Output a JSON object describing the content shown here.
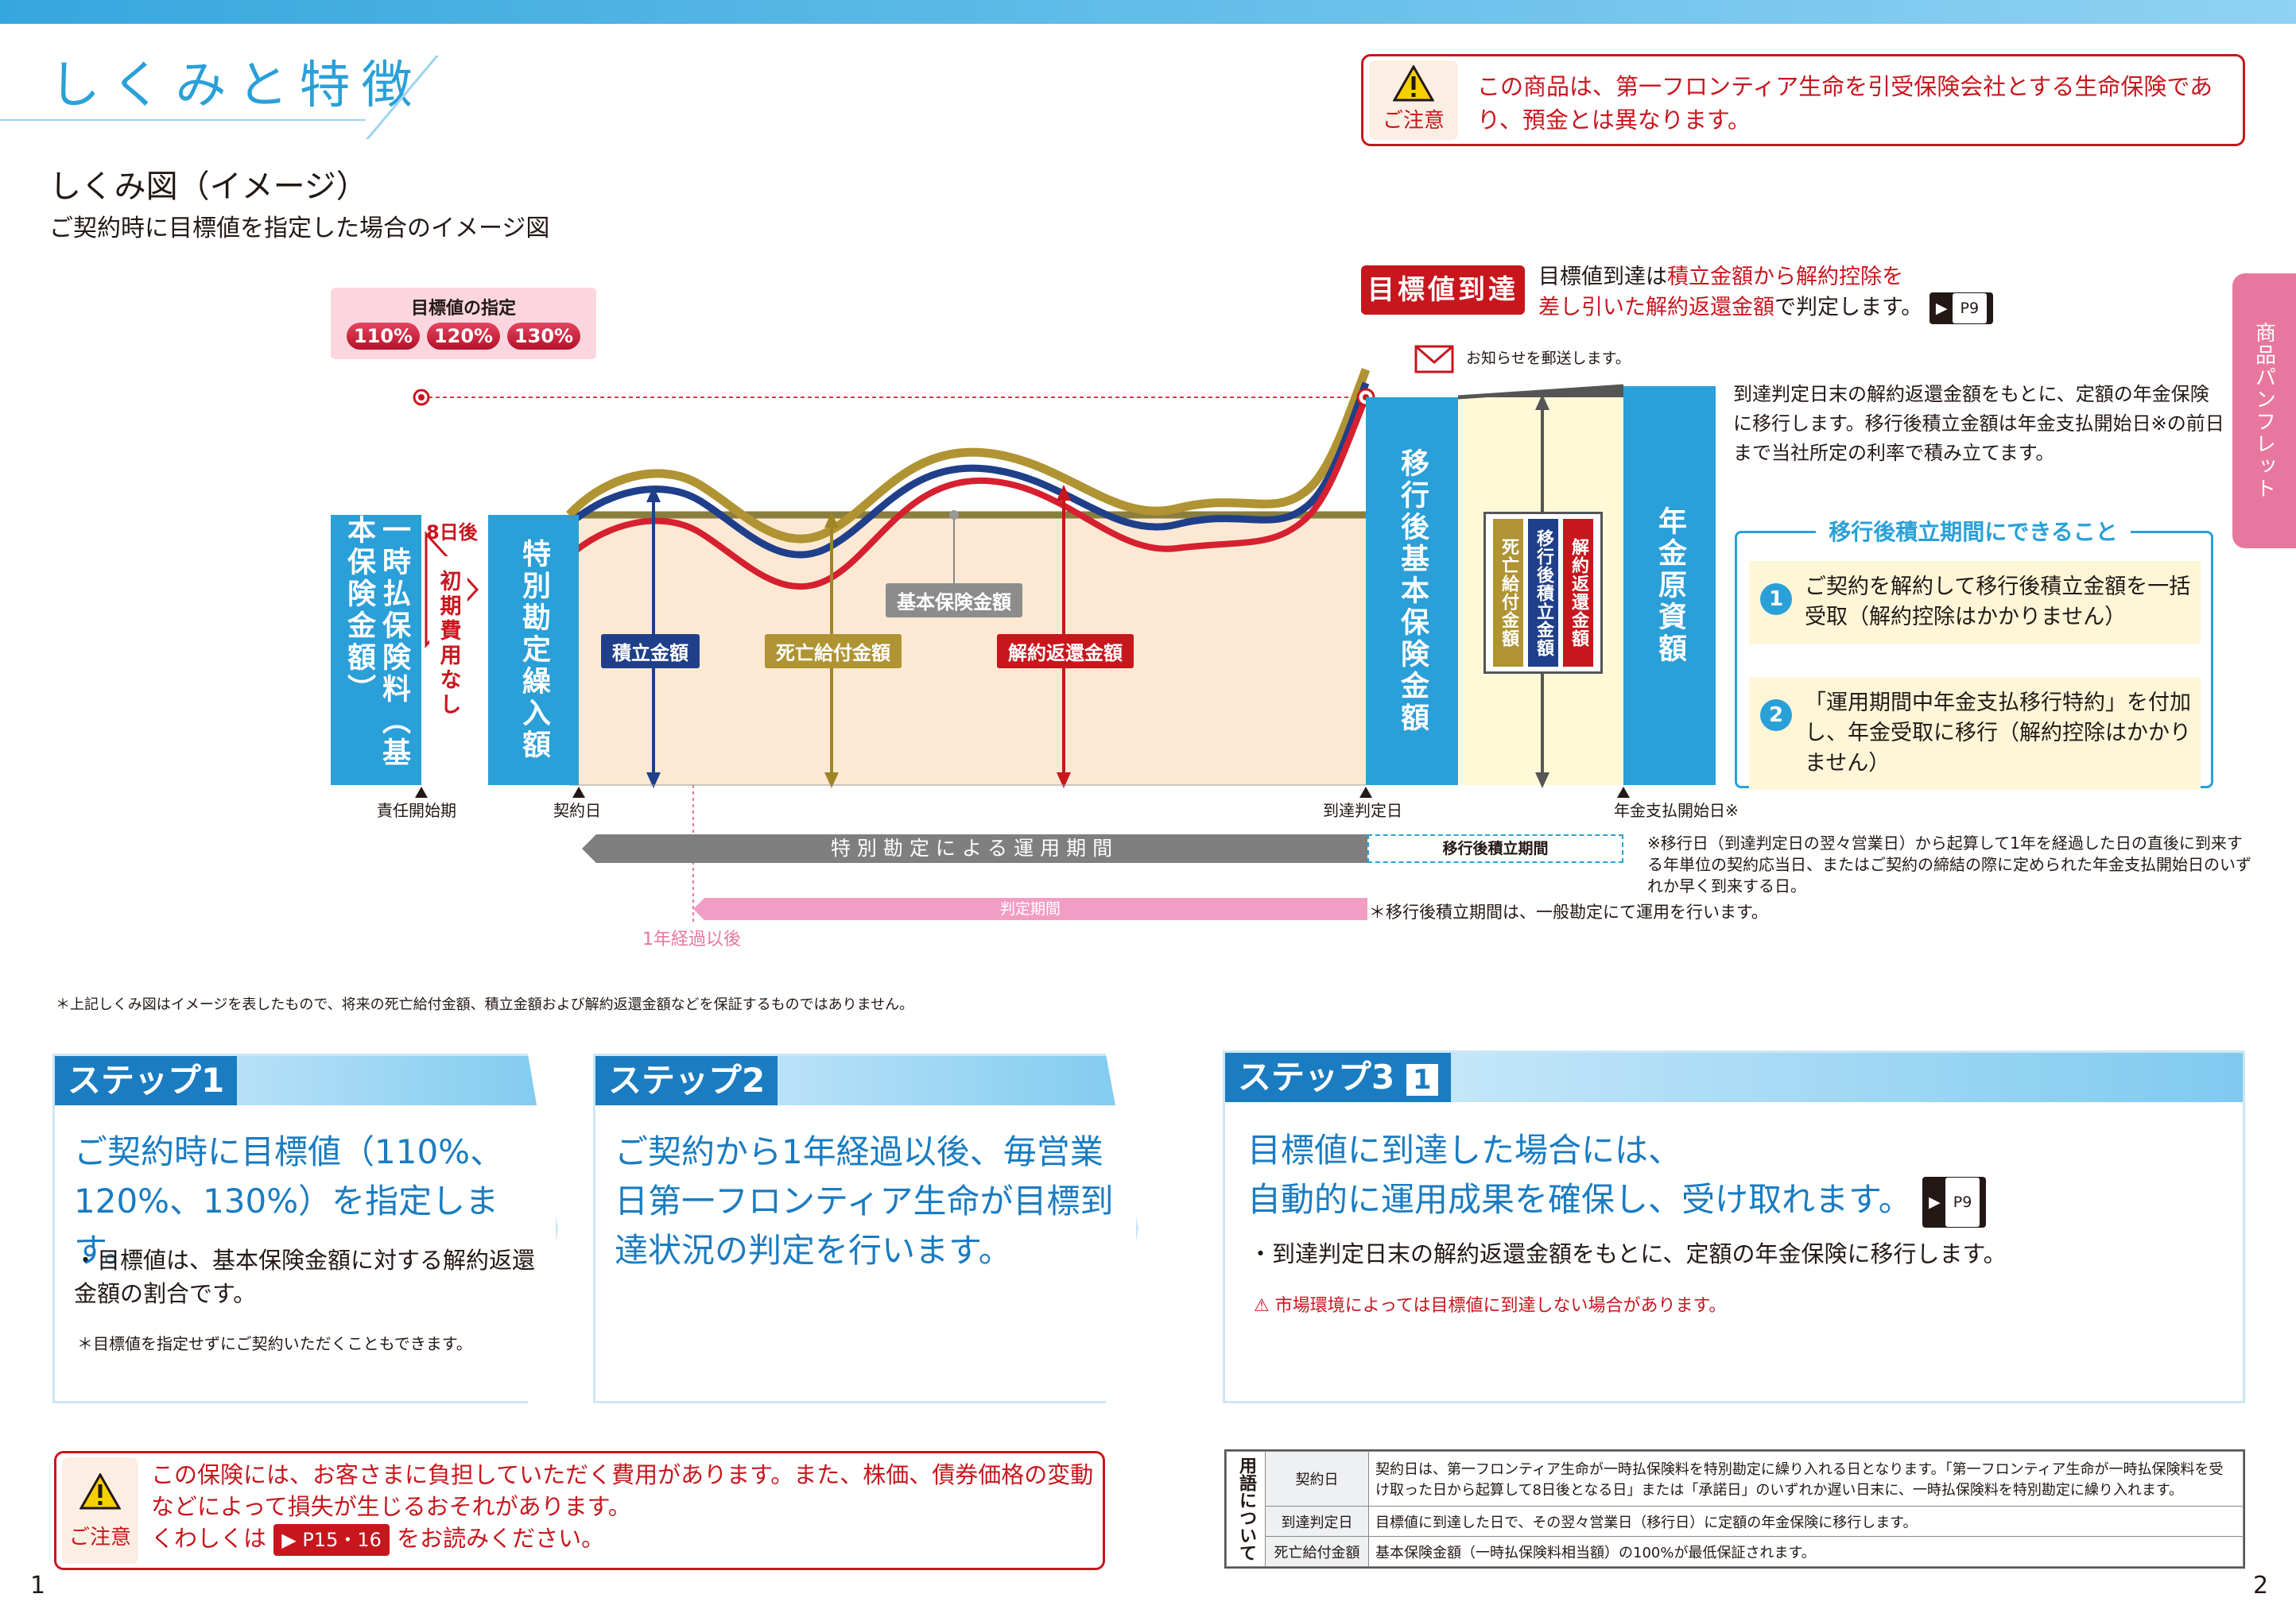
{
  "title": "しくみと特徴",
  "caution": {
    "label": "ご注意",
    "text": "この商品は、第一フロンティア生命を引受保険会社とする生命保険であり、預金とは異なります。"
  },
  "section": {
    "heading": "しくみ図（イメージ）",
    "subheading": "ご契約時に目標値を指定した場合のイメージ図"
  },
  "target": {
    "title": "目標値の指定",
    "options": [
      "110%",
      "120%",
      "130%"
    ]
  },
  "diagram": {
    "lump_sum": "一時払保険料（基本保険金額）",
    "eight_days": "8日後",
    "no_initial_fee": "初期費用なし",
    "special_account": "特別勘定繰入額",
    "after_basic": "移行後基本保険金額",
    "annuity": "年金原資額",
    "basic_amount": "基本保険金額",
    "accum": "積立金額",
    "death": "死亡給付金額",
    "surrender": "解約返還金額",
    "v_death": "死亡給付金額",
    "v_accum": "移行後積立金額",
    "v_surrender": "解約返還金額",
    "mail": "お知らせを郵送します。",
    "ax_start": "責任開始期",
    "ax_contract": "契約日",
    "ax_judge": "到達判定日",
    "ax_annuity": "年金支払開始日※"
  },
  "goal": {
    "badge": "目標値到達",
    "line1a": "目標値到達は",
    "line1b": "積立金額から解約控除を",
    "line2a": "差し引いた解約返還金額",
    "line2b": "で判定します。",
    "ref": "P9"
  },
  "right_text": "到達判定日末の解約返還金額をもとに、定額の年金保険に移行します。移行後積立金額は年金支払開始日※の前日まで当社所定の利率で積み立てます。",
  "cando": {
    "heading": "移行後積立期間にできること",
    "items": [
      {
        "num": "1",
        "text": "ご契約を解約して移行後積立金額を一括受取（解約控除はかかりません）"
      },
      {
        "num": "2",
        "text": "「運用期間中年金支払移行特約」を付加し、年金受取に移行（解約控除はかかりません）"
      }
    ]
  },
  "periods": {
    "op": "特別勘定による運用期間",
    "after": "移行後積立期間",
    "judge": "判定期間",
    "one_year": "1年経過以後",
    "note_after": "＊移行後積立期間は、一般勘定にて運用を行います。",
    "note_star": "※移行日（到達判定日の翌々営業日）から起算して1年を経過した日の直後に到来する年単位の契約応当日、またはご契約の締結の際に定められた年金支払開始日のいずれか早く到来する日。"
  },
  "footnote": "＊上記しくみ図はイメージを表したもので、将来の死亡給付金額、積立金額および解約返還金額などを保証するものではありません。",
  "steps": [
    {
      "label": "ステップ1",
      "big": "ご契約時に目標値（110%、120%、130%）を指定します。",
      "small": "・目標値は、基本保険金額に対する解約返還金額の割合です。",
      "tiny": "＊目標値を指定せずにご契約いただくこともできます。"
    },
    {
      "label": "ステップ2",
      "big": "ご契約から1年経過以後、毎営業日第一フロンティア生命が目標到達状況の判定を行います。"
    },
    {
      "label": "ステップ3",
      "num": "1",
      "big1": "目標値に到達した場合には、",
      "big2": "自動的に運用成果を確保し、受け取れます。",
      "ref": "P9",
      "small": "・到達判定日末の解約返還金額をもとに、定額の年金保険に移行します。",
      "warn": "市場環境によっては目標値に到達しない場合があります。"
    }
  ],
  "bottom_caution": {
    "label": "ご注意",
    "line1": "この保険には、お客さまに負担していただく費用があります。また、株価、債券価格の変動",
    "line2": "などによって損失が生じるおそれがあります。",
    "line3a": "くわしくは",
    "ref": "P15・16",
    "line3b": "をお読みください。"
  },
  "glossary": {
    "title": "用語について",
    "rows": [
      {
        "k": "契約日",
        "v": "契約日は、第一フロンティア生命が一時払保険料を特別勘定に繰り入れる日となります。「第一フロンティア生命が一時払保険料を受け取った日から起算して8日後となる日」または「承諾日」のいずれか遅い日末に、一時払保険料を特別勘定に繰り入れます。"
      },
      {
        "k": "到達判定日",
        "v": "目標値に到達した日で、その翌々営業日（移行日）に定額の年金保険に移行します。"
      },
      {
        "k": "死亡給付金額",
        "v": "基本保険金額（一時払保険料相当額）の100%が最低保証されます。"
      }
    ]
  },
  "side_tab": "商品パンフレット",
  "page_left": "1",
  "page_right": "2"
}
